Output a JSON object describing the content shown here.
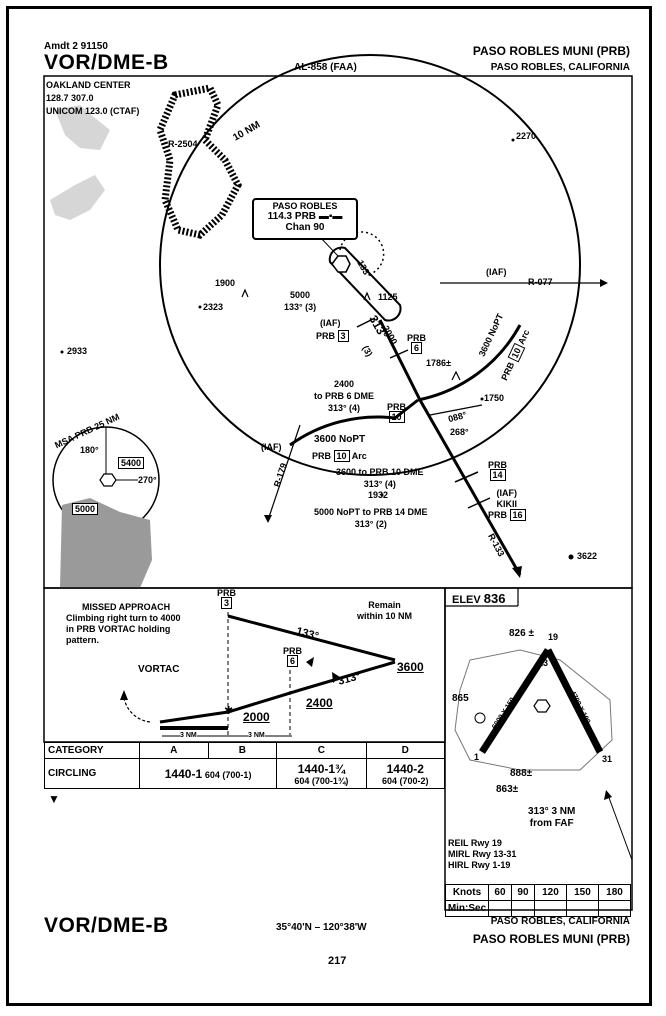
{
  "header": {
    "amendment": "Amdt 2  91150",
    "procedure": "VOR/DME-B",
    "chart_id": "AL-858 (FAA)",
    "airport": "PASO ROBLES MUNI (PRB)",
    "city": "PASO ROBLES, CALIFORNIA"
  },
  "comms": {
    "line1": "OAKLAND CENTER",
    "line2": "128.7 307.0",
    "line3": "UNICOM 123.0 (CTAF)"
  },
  "vortac": {
    "name": "PASO ROBLES",
    "freq": "114.3",
    "ident": "PRB",
    "chan": "Chan 90"
  },
  "plan": {
    "ring": "10 NM",
    "restricted": "R-2504",
    "r077": "R-077",
    "r179": "R-179",
    "r133": "R-133",
    "iaf": "(IAF)",
    "iaf_kikii": "KIKII",
    "elev_2270": "2270",
    "elev_1900": "1900",
    "elev_2323": "2323",
    "elev_2933": "2933",
    "elev_1125": "1125",
    "elev_1786": "1786±",
    "elev_1750": "1750",
    "elev_1932": "1932",
    "elev_3622": "3622",
    "hold_alt": "5000",
    "hold_crs": "133° (3)",
    "hold_out": "133°",
    "prb3": "PRB",
    "prb3_n": "3",
    "prb6": "PRB",
    "prb6_n": "6",
    "prb10": "PRB",
    "prb10_n": "10",
    "prb14": "PRB",
    "prb14_n": "14",
    "prb16": "PRB",
    "prb16_n": "16",
    "leg_313": "313°",
    "leg_313_note": "(3)",
    "leg_2000": "2000",
    "arc_e_alt": "3600 NoPT",
    "arc_e_prb": "PRB",
    "arc_e_n": "10",
    "arc_e_word": "Arc",
    "arc_w_alt": "3600 NoPT",
    "arc_w_prb": "PRB",
    "arc_w_n": "10",
    "arc_w_word": "Arc",
    "note_2400_a": "2400",
    "note_2400_b": "to PRB 6 DME",
    "note_2400_c": "313° (4)",
    "note_3600_a": "3600 to PRB 10 DME",
    "note_3600_b": "313° (4)",
    "note_5000_a": "5000 NoPT to PRB 14 DME",
    "note_5000_b": "313° (2)",
    "crs_088": "088°",
    "crs_268": "268°",
    "msa_title": "MSA PRB  25 NM",
    "msa_180": "180°",
    "msa_270": "270°",
    "msa_5400": "5400",
    "msa_5000": "5000"
  },
  "profile": {
    "missed_title": "MISSED APPROACH",
    "missed_1": "Climbing right turn to 4000",
    "missed_2": "in PRB VORTAC holding",
    "missed_3": "pattern.",
    "remain_1": "Remain",
    "remain_2": "within 10 NM",
    "fix3_prb": "PRB",
    "fix3_n": "3",
    "fix6_prb": "PRB",
    "fix6_n": "6",
    "crs_133": "133°",
    "crs_313": "313°",
    "alt_3600": "3600",
    "alt_2000": "2000",
    "alt_2400": "2400",
    "vortac": "VORTAC",
    "nm_a": "3 NM",
    "nm_b": "3 NM"
  },
  "minimums": {
    "header": [
      "CATEGORY",
      "A",
      "B",
      "C",
      "D"
    ],
    "row_label": "CIRCLING",
    "ab_main": "1440-1",
    "ab_sub": "604 (700-1)",
    "c_main": "1440-1¾",
    "c_sub": "604 (700-1¾)",
    "d_main": "1440-2",
    "d_sub": "604 (700-2)"
  },
  "airport_sketch": {
    "elev_label": "ELEV",
    "elev": "836",
    "e826": "826 ±",
    "e865": "865",
    "e888": "888±",
    "e863": "863±",
    "rwy19": "19",
    "rwy1": "1",
    "rwy13": "13",
    "rwy31": "31",
    "dims_1_19": "6009 X 150",
    "dims_13_31": "4700 X 100",
    "faf_note_1": "313° 3 NM",
    "faf_note_2": "from FAF",
    "light_1": "REIL Rwy  19",
    "light_2": "MIRL Rwy  13-31",
    "light_3": "HIRL Rwy  1-19"
  },
  "speed_table": {
    "knots_label": "Knots",
    "knots": [
      "60",
      "90",
      "120",
      "150",
      "180"
    ],
    "minsec_label": "Min:Sec"
  },
  "footer": {
    "procedure": "VOR/DME-B",
    "coords": "35°40'N – 120°38'W",
    "city": "PASO ROBLES, CALIFORNIA",
    "airport": "PASO ROBLES MUNI (PRB)",
    "page": "217"
  }
}
